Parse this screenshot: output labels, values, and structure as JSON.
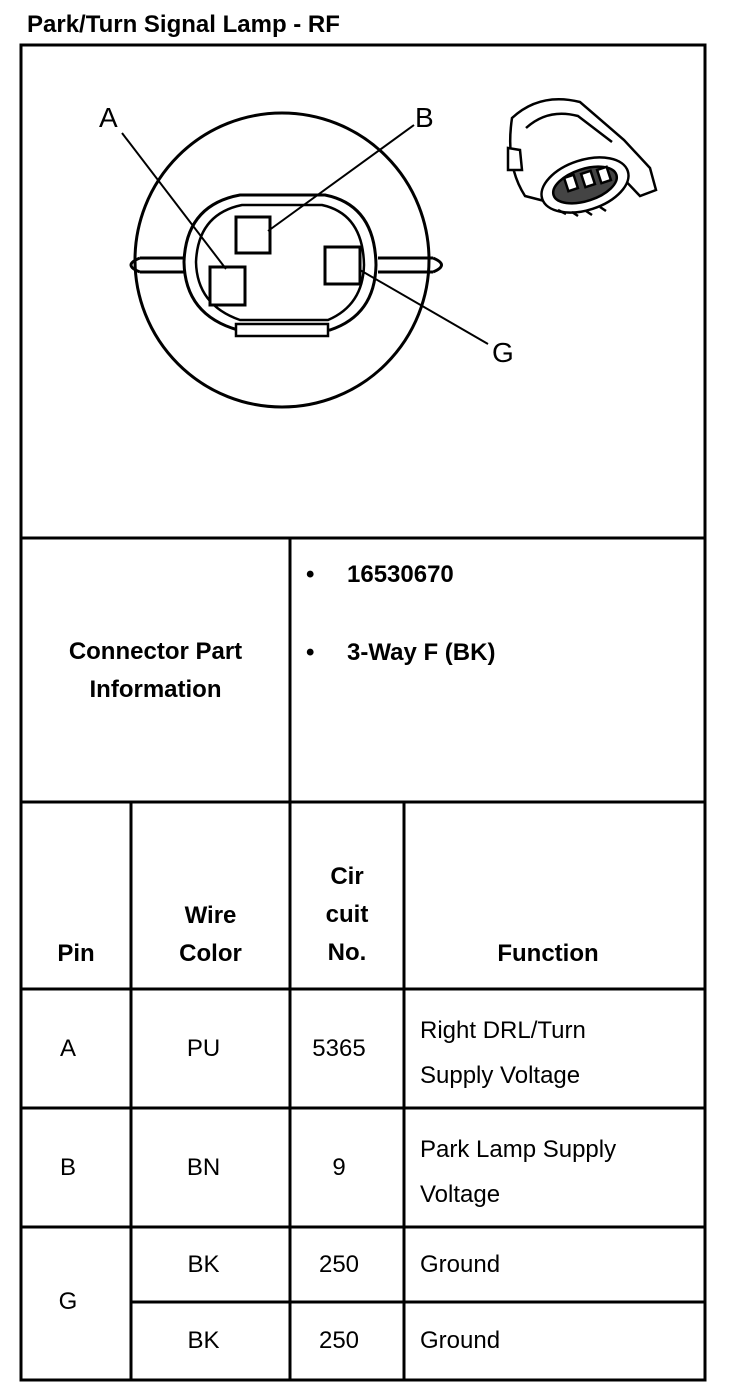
{
  "title": "Park/Turn Signal Lamp - RF",
  "diagram": {
    "pin_labels": [
      "A",
      "B",
      "G"
    ]
  },
  "connector_info": {
    "label_line1": "Connector Part",
    "label_line2": "Information",
    "bullets": [
      "16530670",
      "3-Way F (BK)"
    ],
    "bullet_char": "•"
  },
  "table": {
    "headers": {
      "pin": "Pin",
      "wire_line1": "Wire",
      "wire_line2": "Color",
      "circuit_line1": "Cir",
      "circuit_line2": "cuit",
      "circuit_line3": "No.",
      "function": "Function"
    },
    "rows": [
      {
        "pin": "A",
        "wire": "PU",
        "circuit": "5365",
        "function_line1": "Right DRL/Turn",
        "function_line2": "Supply Voltage"
      },
      {
        "pin": "B",
        "wire": "BN",
        "circuit": "9",
        "function_line1": "Park Lamp Supply",
        "function_line2": "Voltage"
      },
      {
        "pin": "G",
        "wire": "BK",
        "circuit": "250",
        "function_line1": "Ground"
      },
      {
        "wire": "BK",
        "circuit": "250",
        "function_line1": "Ground"
      }
    ]
  }
}
